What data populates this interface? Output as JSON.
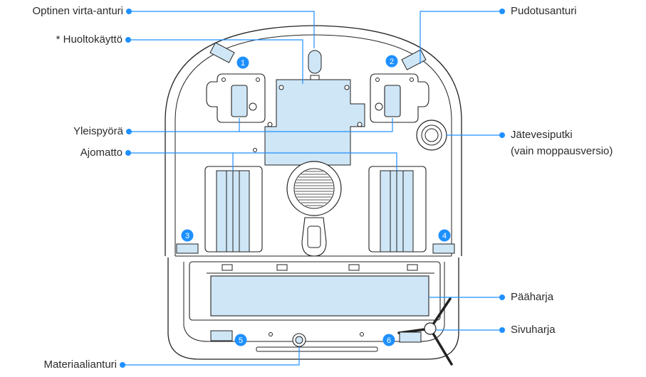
{
  "diagram": {
    "accent_color": "#1e90ff",
    "part_fill_color": "#cfe6f6",
    "outline_color": "#222222",
    "labels": {
      "optical_sensor": "Optinen virta-anturi",
      "maintenance_port": "* Huoltokäyttö",
      "universal_wheel": "Yleispyörä",
      "drive_track": "Ajomatto",
      "cliff_sensor": "Pudotusanturi",
      "waste_pipe_line1": "Jätevesiputki",
      "waste_pipe_line2": "(vain moppausversio)",
      "main_brush": "Pääharja",
      "side_brush": "Sivuharja",
      "material_sensor": "Materiaalianturi"
    },
    "sensor_badges": [
      "1",
      "2",
      "3",
      "4",
      "5",
      "6"
    ]
  }
}
